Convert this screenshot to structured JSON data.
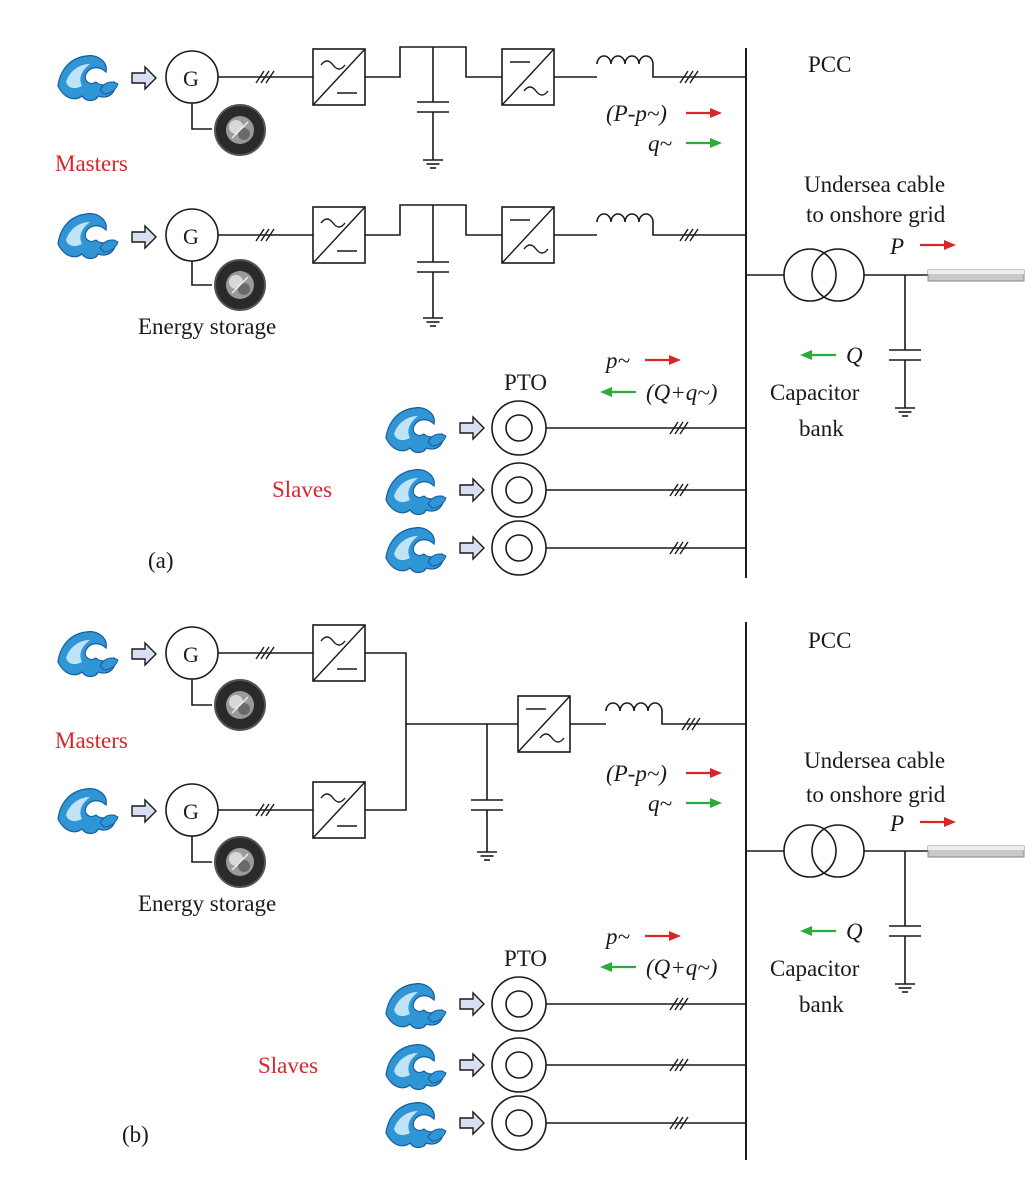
{
  "colors": {
    "accent_red": "#d8262a",
    "accent_green": "#2eaa3c",
    "wave": "#2f95d4",
    "wave_dark": "#155d9f",
    "line": "#1a1a1a"
  },
  "icons": [
    "wave-icon",
    "arrow-icon",
    "flywheel-icon",
    "cable-icon",
    "ground-icon"
  ],
  "panel_a": {
    "tag": "(a)",
    "pcc": "PCC",
    "masters": "Masters",
    "slaves": "Slaves",
    "gen_label": "G",
    "energy_storage": "Energy storage",
    "pto": "PTO",
    "cable_line1": "Undersea cable",
    "cable_line2": "to onshore grid",
    "p_label": "P",
    "q_label": "Q",
    "cap_line1": "Capacitor",
    "cap_line2": "bank",
    "flow_master_p": "(P-p~)",
    "flow_master_q": "q~",
    "flow_slave_p": "p~",
    "flow_slave_q": "(Q+q~)"
  },
  "panel_b": {
    "tag": "(b)",
    "pcc": "PCC",
    "masters": "Masters",
    "slaves": "Slaves",
    "gen_label": "G",
    "energy_storage": "Energy storage",
    "pto": "PTO",
    "cable_line1": "Undersea cable",
    "cable_line2": "to onshore grid",
    "p_label": "P",
    "q_label": "Q",
    "cap_line1": "Capacitor",
    "cap_line2": "bank",
    "flow_master_p": "(P-p~)",
    "flow_master_q": "q~",
    "flow_slave_p": "p~",
    "flow_slave_q": "(Q+q~)"
  }
}
